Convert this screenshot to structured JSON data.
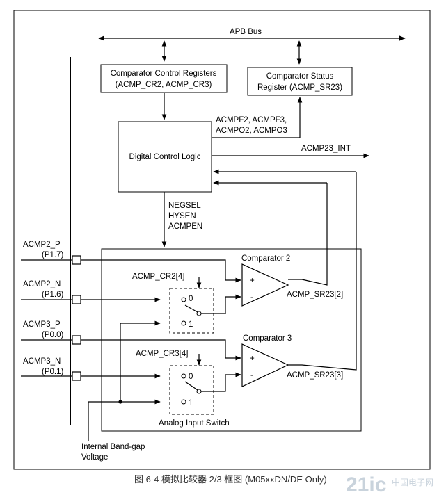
{
  "diagram": {
    "bus_label": "APB Bus",
    "ctrl_registers": {
      "line1": "Comparator Control Registers",
      "line2": "(ACMP_CR2, ACMP_CR3)"
    },
    "status_register": {
      "line1": "Comparator Status",
      "line2": "Register (ACMP_SR23)"
    },
    "flags": {
      "line1": "ACMPF2, ACMPF3,",
      "line2": "ACMPO2, ACMPO3"
    },
    "logic_label": "Digital Control Logic",
    "int_label": "ACMP23_INT",
    "ctrl_signals": {
      "line1": "NEGSEL",
      "line2": "HYSEN",
      "line3": "ACMPEN"
    },
    "pins": [
      {
        "name": "ACMP2_P",
        "port": "(P1.7)"
      },
      {
        "name": "ACMP2_N",
        "port": "(P1.6)"
      },
      {
        "name": "ACMP3_P",
        "port": "(P0.0)"
      },
      {
        "name": "ACMP3_N",
        "port": "(P0.1)"
      }
    ],
    "comparators": [
      {
        "title": "Comparator 2",
        "select": "ACMP_CR2[4]",
        "output": "ACMP_SR23[2]"
      },
      {
        "title": "Comparator 3",
        "select": "ACMP_CR3[4]",
        "output": "ACMP_SR23[3]"
      }
    ],
    "op_plus": "+",
    "op_minus": "-",
    "switch_0": "0",
    "switch_1": "1",
    "switch_label": "Analog Input Switch",
    "bandgap": {
      "line1": "Internal Band-gap",
      "line2": "Voltage"
    }
  },
  "caption": "图 6-4 模拟比较器 2/3 框图 (M05xxDN/DE Only)",
  "watermark": {
    "main": "21ic",
    "sub": "中国电子网"
  }
}
